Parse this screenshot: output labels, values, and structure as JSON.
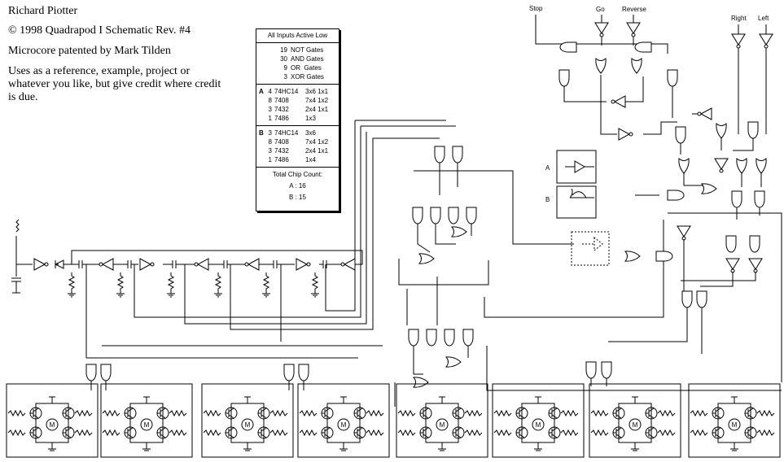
{
  "notes": {
    "author": "Richard Piotter",
    "copyright": "© 1998 Quadrapod I Schematic Rev. #4",
    "patent": "Microcore patented by Mark Tilden",
    "usage": "Uses as a reference, example, project or whatever you like, but give credit where credit is due."
  },
  "chip_summary": {
    "header": "All Inputs Active Low",
    "gate_counts": [
      {
        "count": "19",
        "name": "NOT Gates"
      },
      {
        "count": "30",
        "name": "AND Gates"
      },
      {
        "count": "9",
        "name": "OR  Gates"
      },
      {
        "count": "3",
        "name": "XOR Gates"
      }
    ],
    "variant_a": {
      "label": "A",
      "chips": [
        {
          "qty": "4",
          "part": "74HC14",
          "config": "3x6 1x1"
        },
        {
          "qty": "8",
          "part": "7408",
          "config": "7x4 1x2"
        },
        {
          "qty": "3",
          "part": "7432",
          "config": "2x4 1x1"
        },
        {
          "qty": "1",
          "part": "7486",
          "config": "1x3"
        }
      ]
    },
    "variant_b": {
      "label": "B",
      "chips": [
        {
          "qty": "3",
          "part": "74HC14",
          "config": "3x6"
        },
        {
          "qty": "8",
          "part": "7408",
          "config": "7x4 1x2"
        },
        {
          "qty": "3",
          "part": "7432",
          "config": "2x4 1x1"
        },
        {
          "qty": "1",
          "part": "7486",
          "config": "1x4"
        }
      ]
    },
    "total_label": "Total Chip Count:",
    "total_a": "A : 16",
    "total_b": "B : 15"
  },
  "inputs": {
    "stop": "Stop",
    "go": "Go",
    "reverse": "Reverse",
    "right": "Right",
    "left": "Left"
  },
  "legend": {
    "a": "A",
    "b": "B"
  },
  "motor_label": "M"
}
